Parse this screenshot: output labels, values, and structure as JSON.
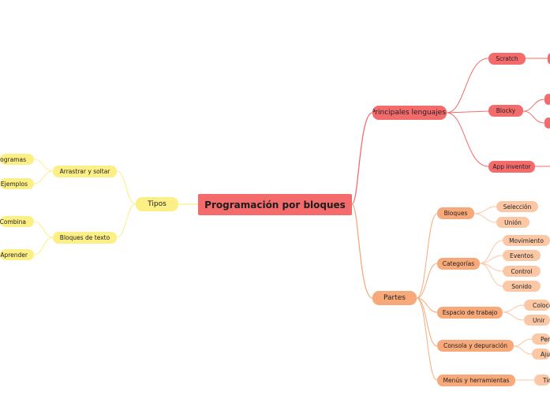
{
  "root": "Programación por bloques",
  "right_main": {
    "lenguajes": "Principales lenguajes:",
    "scratch": "Scratch",
    "blocky": "Blocky",
    "app_inventor": "App inventor",
    "partes": "Partes",
    "bloques": "Bloques",
    "seleccion": "Selección",
    "union": "Unión",
    "categorias": "Categorías",
    "movimiento": "Movimiento",
    "eventos": "Eventos",
    "control": "Control",
    "sonido": "Sonido",
    "espacio": "Espacio de trabajo",
    "colocar": "Coloca",
    "unir": "Unir",
    "consola": "Consola y depuración",
    "per": "Per",
    "aju": "Aju",
    "menus": "Menús y herramientas",
    "tic": "Tic"
  },
  "left_main": {
    "tipos": "Tipos",
    "arrastrar": "Arrastrar y soltar",
    "programas": "rogramas",
    "ejemplos": "Ejemplos",
    "bloques_texto": "Bloques de texto",
    "combina": "Combina",
    "aprender": "Aprender"
  },
  "colors": {
    "red": "#f46b6b",
    "orange": "#f8a97a",
    "orange_light": "#fbc7a4",
    "yellow": "#fcef86"
  }
}
